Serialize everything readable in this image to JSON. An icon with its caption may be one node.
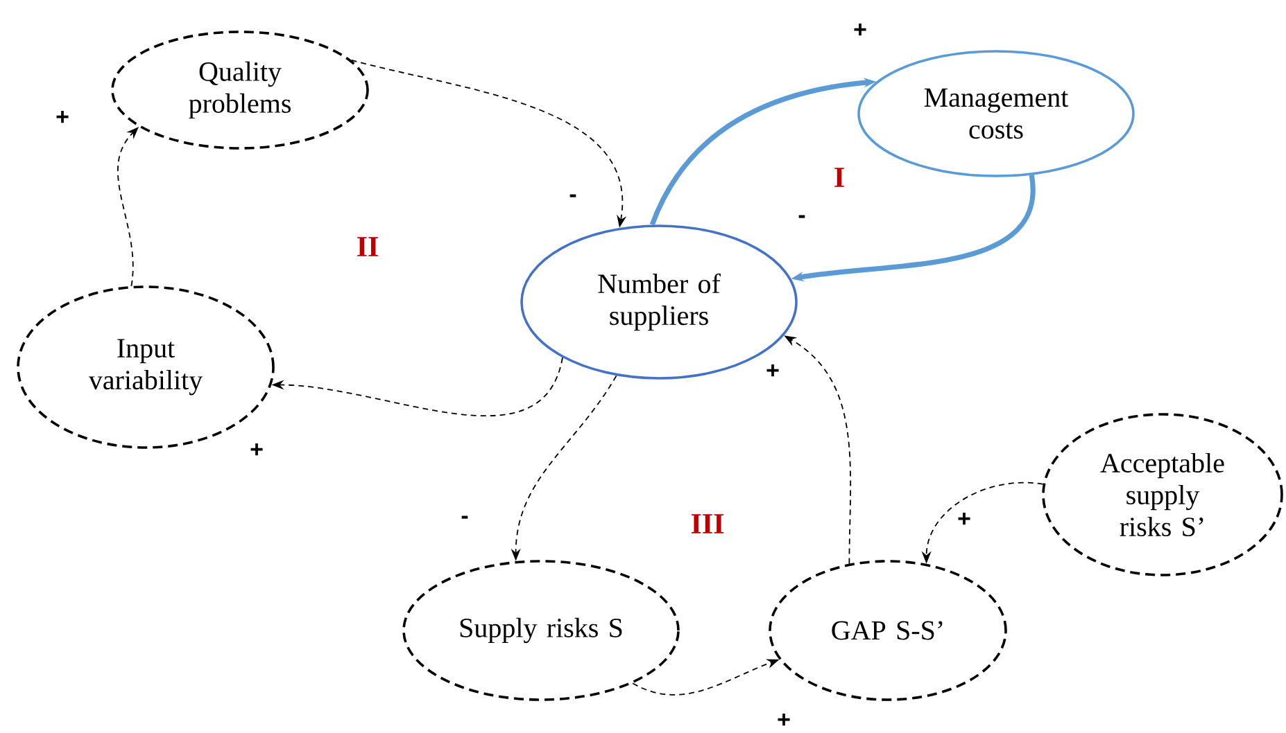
{
  "diagram": {
    "nodes": [
      {
        "text": [
          "Quality problems"
        ]
      },
      {
        "text": [
          "Management costs"
        ]
      },
      {
        "text": [
          "Number of suppliers"
        ]
      },
      {
        "text": [
          "Input variability"
        ]
      },
      {
        "text": [
          "Acceptable supply risks S’"
        ]
      },
      {
        "text": [
          "Supply risks S"
        ]
      },
      {
        "text": [
          "GAP S-S’"
        ]
      }
    ],
    "edges": [
      {
        "from": 0,
        "to": 2,
        "arrow": "to",
        "label": "-",
        "style": "dashed"
      },
      {
        "from": 3,
        "to": 0,
        "arrow": "to",
        "label": "+",
        "style": "dashed"
      },
      {
        "from": 2,
        "to": 1,
        "arrow": "to",
        "label": "+",
        "style": "thick",
        "color": "#5b9bd5"
      },
      {
        "from": 1,
        "to": 2,
        "arrow": "to",
        "label": "-",
        "style": "thick",
        "color": "#5b9bd5"
      },
      {
        "from": 2,
        "to": 3,
        "arrow": "to",
        "label": "+",
        "style": "dashed"
      },
      {
        "from": 2,
        "to": 5,
        "arrow": "to",
        "label": "-",
        "style": "dashed"
      },
      {
        "from": 5,
        "to": 6,
        "arrow": "to",
        "label": "+",
        "style": "dashed"
      },
      {
        "from": 6,
        "to": 2,
        "arrow": "to",
        "label": "+",
        "style": "dashed"
      },
      {
        "from": 4,
        "to": 6,
        "arrow": "to",
        "label": "+",
        "style": "dashed"
      }
    ],
    "labels": [
      "I",
      "II",
      "III"
    ]
  }
}
